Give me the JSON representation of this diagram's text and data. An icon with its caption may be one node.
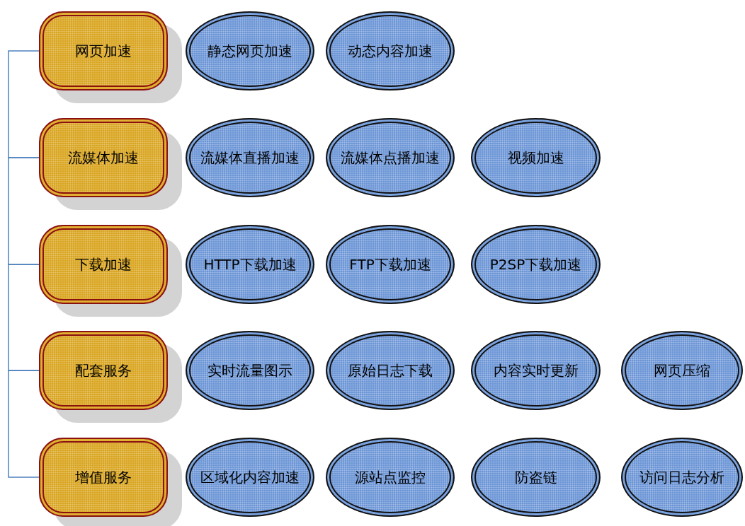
{
  "diagram": {
    "nodes": [
      {
        "text": [
          "网页加速"
        ]
      },
      {
        "text": [
          "静态网页加速"
        ]
      },
      {
        "text": [
          "动态内容加速"
        ]
      },
      {
        "text": [
          "流媒体加速"
        ]
      },
      {
        "text": [
          "流媒体直播加速"
        ]
      },
      {
        "text": [
          "流媒体点播加速"
        ]
      },
      {
        "text": [
          "视频加速"
        ]
      },
      {
        "text": [
          "下载加速"
        ]
      },
      {
        "text": [
          "HTTP下载加速"
        ]
      },
      {
        "text": [
          "FTP下载加速"
        ]
      },
      {
        "text": [
          "P2SP下载加速"
        ]
      },
      {
        "text": [
          "配套服务"
        ]
      },
      {
        "text": [
          "实时流量图示"
        ]
      },
      {
        "text": [
          "原始日志下载"
        ]
      },
      {
        "text": [
          "内容实时更新"
        ]
      },
      {
        "text": [
          "网页压缩"
        ]
      },
      {
        "text": [
          "增值服务"
        ]
      },
      {
        "text": [
          "区域化内容加速"
        ]
      },
      {
        "text": [
          "源站点监控"
        ]
      },
      {
        "text": [
          "防盗链"
        ]
      },
      {
        "text": [
          "访问日志分析"
        ]
      }
    ],
    "edges": [
      {
        "from": 0,
        "to": 3,
        "arrow": "none"
      },
      {
        "from": 3,
        "to": 7,
        "arrow": "none"
      },
      {
        "from": 7,
        "to": 11,
        "arrow": "none"
      },
      {
        "from": 11,
        "to": 16,
        "arrow": "none"
      }
    ]
  }
}
